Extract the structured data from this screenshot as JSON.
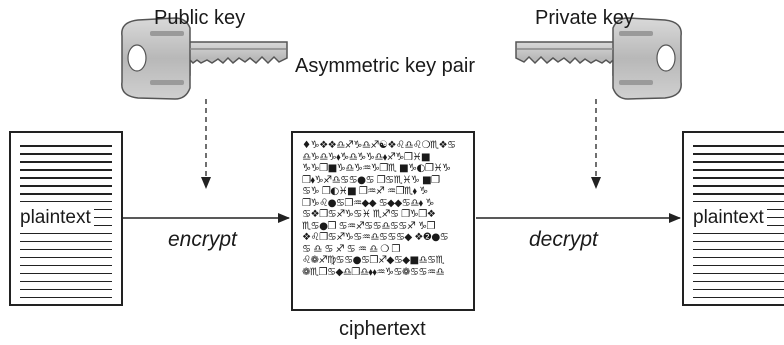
{
  "keys": {
    "public_label": "Public key",
    "private_label": "Private key",
    "pair_label": "Asymmetric key pair"
  },
  "documents": {
    "left_label": "plaintext",
    "right_label": "plaintext",
    "cipher_label": "ciphertext"
  },
  "operations": {
    "encrypt": "encrypt",
    "decrypt": "decrypt"
  },
  "ciphertext_rows": [
    "♦♑❖❖♎♐♑♎♐☯❖♌♎♌❍♏❖♋",
    "♎♑♎♑⬧♑♎♑♑♎⬧♐♑❐♓■",
    "♑♑❐■♑♎♑♒♑❐♏ ■♑◐❐♓♑",
    "❐⬧♑♐♎♋♋●♋ ❐♋♏♓♑ ■❐",
    "♋♑ ❐◐♓■ ❐♒♐ ♒❐♏⬧ ♑",
    "❐♑♌●♋❐♒◆◆ ♋◆◆♋♎⬧ ♑",
    "♋❖❐♋♐♑♋♓ ♏♐♋ ❐♑❐❖",
    "♏♋●❐ ♋♒♐♋♋♎♋♋♐ ♑❐",
    "❖♌❐♋♐♑♋♒♎♋♋♋◆ ❖❷●♋",
    "♋ ♎ ♋ ♐ ♋ ♒ ♎ ❍ ❐",
    "♌❁♐♍♋♋●♋❐♐◆♋◆■♎♋♏",
    "❁♏❐♋◆♎❐♎⬧⬧♒♑♋❁♋♋♒♎"
  ]
}
